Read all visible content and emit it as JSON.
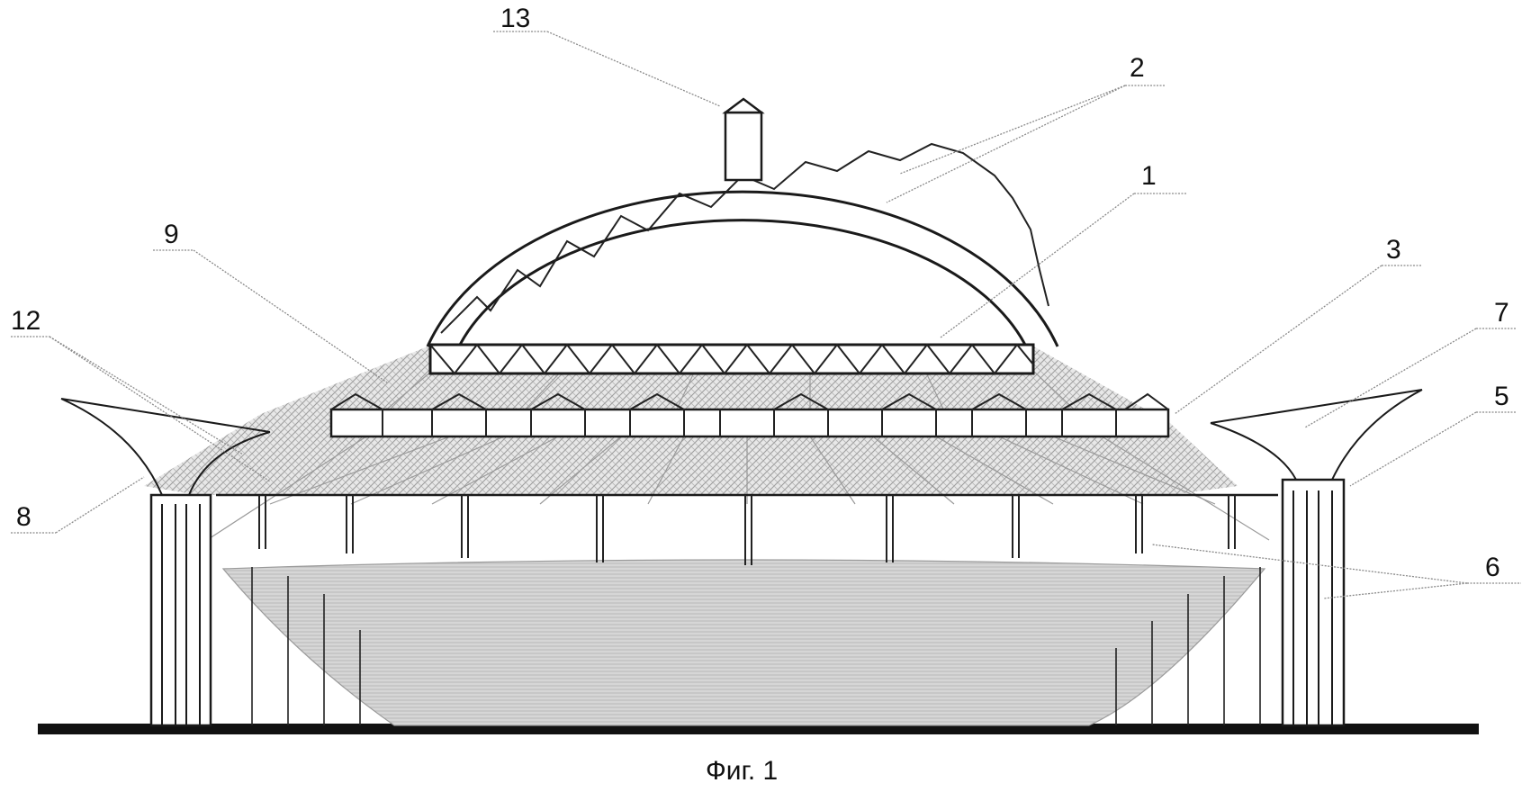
{
  "figure": {
    "caption": "Фиг. 1",
    "labels": [
      {
        "id": "13",
        "text": "13"
      },
      {
        "id": "2",
        "text": "2"
      },
      {
        "id": "1",
        "text": "1"
      },
      {
        "id": "9",
        "text": "9"
      },
      {
        "id": "3",
        "text": "3"
      },
      {
        "id": "12",
        "text": "12"
      },
      {
        "id": "7",
        "text": "7"
      },
      {
        "id": "5",
        "text": "5"
      },
      {
        "id": "8",
        "text": "8"
      },
      {
        "id": "6",
        "text": "6"
      }
    ]
  },
  "colors": {
    "line": "#1a1a1a",
    "leader": "#8a8a8a",
    "cable": "#9a9a9a",
    "bowl_fill": "#cfcfcf",
    "hatch_fill": "#b5b5b5",
    "ground": "#111111"
  }
}
